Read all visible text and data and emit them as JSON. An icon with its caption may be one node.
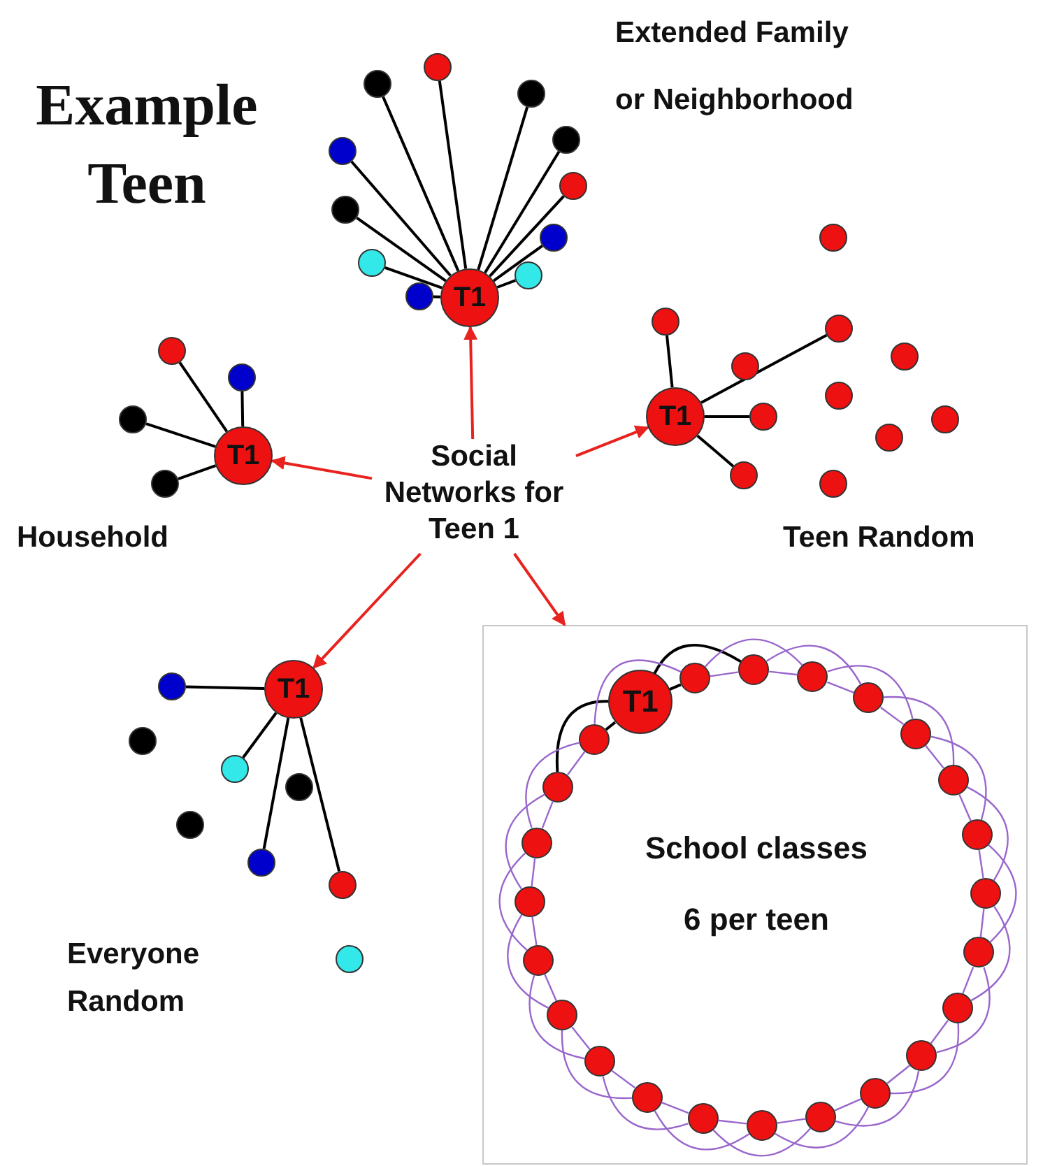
{
  "diagram": {
    "title": "Example Teen",
    "nodes": [
      {
        "text": [
          "Social Networks for Teen 1"
        ]
      },
      {
        "text": [
          "T1"
        ]
      },
      {
        "text": [],
        "shape": "circle"
      },
      {
        "text": [],
        "shape": "circle"
      },
      {
        "text": [],
        "shape": "circle"
      },
      {
        "text": [],
        "shape": "circle"
      },
      {
        "text": [],
        "shape": "circle"
      },
      {
        "text": [],
        "shape": "circle"
      },
      {
        "text": [],
        "shape": "circle"
      },
      {
        "text": [],
        "shape": "circle"
      },
      {
        "text": [],
        "shape": "circle"
      },
      {
        "text": [],
        "shape": "circle"
      },
      {
        "text": [],
        "shape": "circle"
      },
      {
        "text": [
          "T1"
        ]
      },
      {
        "text": [],
        "shape": "circle"
      },
      {
        "text": [],
        "shape": "circle"
      },
      {
        "text": [],
        "shape": "circle"
      },
      {
        "text": [],
        "shape": "circle"
      },
      {
        "text": [
          "T1"
        ]
      },
      {
        "text": [],
        "shape": "circle"
      },
      {
        "text": [],
        "shape": "circle"
      },
      {
        "text": [],
        "shape": "circle"
      },
      {
        "text": [],
        "shape": "circle"
      },
      {
        "text": [],
        "shape": "circle"
      },
      {
        "text": [],
        "shape": "circle"
      },
      {
        "text": [],
        "shape": "circle"
      },
      {
        "text": [],
        "shape": "circle"
      },
      {
        "text": [],
        "shape": "circle"
      },
      {
        "text": [],
        "shape": "circle"
      },
      {
        "text": [],
        "shape": "circle"
      },
      {
        "text": [
          "T1"
        ]
      },
      {
        "text": [],
        "shape": "circle"
      },
      {
        "text": [],
        "shape": "circle"
      },
      {
        "text": [],
        "shape": "circle"
      },
      {
        "text": [],
        "shape": "circle"
      },
      {
        "text": [],
        "shape": "circle"
      },
      {
        "text": [],
        "shape": "circle"
      },
      {
        "text": [],
        "shape": "circle"
      },
      {
        "text": [],
        "shape": "circle"
      },
      {
        "text": [
          "School classes",
          "6 per teen"
        ]
      },
      {
        "text": [
          "T1"
        ],
        "in": 39
      },
      {
        "text": [],
        "shape": "circle",
        "in": 39
      },
      {
        "text": [],
        "shape": "circle",
        "in": 39
      },
      {
        "text": [],
        "shape": "circle",
        "in": 39
      },
      {
        "text": [],
        "shape": "circle",
        "in": 39
      },
      {
        "text": [],
        "shape": "circle",
        "in": 39
      },
      {
        "text": [],
        "shape": "circle",
        "in": 39
      },
      {
        "text": [],
        "shape": "circle",
        "in": 39
      },
      {
        "text": [],
        "shape": "circle",
        "in": 39
      },
      {
        "text": [],
        "shape": "circle",
        "in": 39
      },
      {
        "text": [],
        "shape": "circle",
        "in": 39
      },
      {
        "text": [],
        "shape": "circle",
        "in": 39
      },
      {
        "text": [],
        "shape": "circle",
        "in": 39
      },
      {
        "text": [],
        "shape": "circle",
        "in": 39
      },
      {
        "text": [],
        "shape": "circle",
        "in": 39
      },
      {
        "text": [],
        "shape": "circle",
        "in": 39
      },
      {
        "text": [],
        "shape": "circle",
        "in": 39
      },
      {
        "text": [],
        "shape": "circle",
        "in": 39
      },
      {
        "text": [],
        "shape": "circle",
        "in": 39
      },
      {
        "text": [],
        "shape": "circle",
        "in": 39
      },
      {
        "text": [],
        "shape": "circle",
        "in": 39
      },
      {
        "text": [],
        "shape": "circle",
        "in": 39
      },
      {
        "text": [],
        "shape": "circle",
        "in": 39
      },
      {
        "text": [],
        "shape": "circle",
        "in": 39
      }
    ],
    "edges": [
      {
        "from": 0,
        "to": 1,
        "arrow": "to",
        "color": "#e8231f"
      },
      {
        "from": 0,
        "to": 13,
        "arrow": "to",
        "color": "#e8231f"
      },
      {
        "from": 0,
        "to": 18,
        "arrow": "to",
        "color": "#e8231f"
      },
      {
        "from": 0,
        "to": 30,
        "arrow": "to",
        "color": "#e8231f"
      },
      {
        "from": 0,
        "to": 39,
        "arrow": "to",
        "color": "#e8231f"
      },
      {
        "from": 1,
        "to": 2,
        "arrow": "none",
        "color": "#000000"
      },
      {
        "from": 1,
        "to": 3,
        "arrow": "none",
        "color": "#000000"
      },
      {
        "from": 1,
        "to": 4,
        "arrow": "none",
        "color": "#000000"
      },
      {
        "from": 1,
        "to": 5,
        "arrow": "none",
        "color": "#000000"
      },
      {
        "from": 1,
        "to": 6,
        "arrow": "none",
        "color": "#000000"
      },
      {
        "from": 1,
        "to": 7,
        "arrow": "none",
        "color": "#000000"
      },
      {
        "from": 1,
        "to": 8,
        "arrow": "none",
        "color": "#000000"
      },
      {
        "from": 1,
        "to": 9,
        "arrow": "none",
        "color": "#000000"
      },
      {
        "from": 1,
        "to": 10,
        "arrow": "none",
        "color": "#000000"
      },
      {
        "from": 1,
        "to": 11,
        "arrow": "none",
        "color": "#000000"
      },
      {
        "from": 1,
        "to": 12,
        "arrow": "none",
        "color": "#000000"
      },
      {
        "from": 13,
        "to": 14,
        "arrow": "none",
        "color": "#000000"
      },
      {
        "from": 13,
        "to": 15,
        "arrow": "none",
        "color": "#000000"
      },
      {
        "from": 13,
        "to": 16,
        "arrow": "none",
        "color": "#000000"
      },
      {
        "from": 13,
        "to": 17,
        "arrow": "none",
        "color": "#000000"
      },
      {
        "from": 18,
        "to": 20,
        "arrow": "none",
        "color": "#000000"
      },
      {
        "from": 18,
        "to": 21,
        "arrow": "none",
        "color": "#000000"
      },
      {
        "from": 18,
        "to": 25,
        "arrow": "none",
        "color": "#000000"
      },
      {
        "from": 18,
        "to": 28,
        "arrow": "none",
        "color": "#000000"
      },
      {
        "from": 30,
        "to": 31,
        "arrow": "none",
        "color": "#000000"
      },
      {
        "from": 30,
        "to": 33,
        "arrow": "none",
        "color": "#000000"
      },
      {
        "from": 30,
        "to": 36,
        "arrow": "none",
        "color": "#000000"
      },
      {
        "from": 30,
        "to": 37,
        "arrow": "none",
        "color": "#000000"
      },
      {
        "from": 40,
        "to": 41,
        "arrow": "none",
        "color": "#000000"
      },
      {
        "from": 40,
        "to": 42,
        "arrow": "none",
        "color": "#000000"
      },
      {
        "from": 40,
        "to": 63,
        "arrow": "none",
        "color": "#000000"
      },
      {
        "from": 40,
        "to": 62,
        "arrow": "none",
        "color": "#000000"
      },
      {
        "from": 41,
        "to": 42,
        "arrow": "none"
      },
      {
        "from": 42,
        "to": 43,
        "arrow": "none"
      },
      {
        "from": 43,
        "to": 44,
        "arrow": "none"
      },
      {
        "from": 44,
        "to": 45,
        "arrow": "none"
      },
      {
        "from": 45,
        "to": 46,
        "arrow": "none"
      },
      {
        "from": 46,
        "to": 47,
        "arrow": "none"
      },
      {
        "from": 47,
        "to": 48,
        "arrow": "none"
      },
      {
        "from": 48,
        "to": 49,
        "arrow": "none"
      },
      {
        "from": 49,
        "to": 50,
        "arrow": "none"
      },
      {
        "from": 50,
        "to": 51,
        "arrow": "none"
      },
      {
        "from": 51,
        "to": 52,
        "arrow": "none"
      },
      {
        "from": 52,
        "to": 53,
        "arrow": "none"
      },
      {
        "from": 53,
        "to": 54,
        "arrow": "none"
      },
      {
        "from": 54,
        "to": 55,
        "arrow": "none"
      },
      {
        "from": 55,
        "to": 56,
        "arrow": "none"
      },
      {
        "from": 56,
        "to": 57,
        "arrow": "none"
      },
      {
        "from": 57,
        "to": 58,
        "arrow": "none"
      },
      {
        "from": 58,
        "to": 59,
        "arrow": "none"
      },
      {
        "from": 59,
        "to": 60,
        "arrow": "none"
      },
      {
        "from": 60,
        "to": 61,
        "arrow": "none"
      },
      {
        "from": 61,
        "to": 62,
        "arrow": "none"
      },
      {
        "from": 62,
        "to": 63,
        "arrow": "none"
      },
      {
        "from": 41,
        "to": 43,
        "arrow": "none"
      },
      {
        "from": 42,
        "to": 44,
        "arrow": "none"
      },
      {
        "from": 43,
        "to": 45,
        "arrow": "none"
      },
      {
        "from": 44,
        "to": 46,
        "arrow": "none"
      },
      {
        "from": 45,
        "to": 47,
        "arrow": "none"
      },
      {
        "from": 46,
        "to": 48,
        "arrow": "none"
      },
      {
        "from": 47,
        "to": 49,
        "arrow": "none"
      },
      {
        "from": 48,
        "to": 50,
        "arrow": "none"
      },
      {
        "from": 49,
        "to": 51,
        "arrow": "none"
      },
      {
        "from": 50,
        "to": 52,
        "arrow": "none"
      },
      {
        "from": 51,
        "to": 53,
        "arrow": "none"
      },
      {
        "from": 52,
        "to": 54,
        "arrow": "none"
      },
      {
        "from": 53,
        "to": 55,
        "arrow": "none"
      },
      {
        "from": 54,
        "to": 56,
        "arrow": "none"
      },
      {
        "from": 55,
        "to": 57,
        "arrow": "none"
      },
      {
        "from": 56,
        "to": 58,
        "arrow": "none"
      },
      {
        "from": 57,
        "to": 59,
        "arrow": "none"
      },
      {
        "from": 58,
        "to": 60,
        "arrow": "none"
      },
      {
        "from": 59,
        "to": 61,
        "arrow": "none"
      },
      {
        "from": 60,
        "to": 62,
        "arrow": "none"
      },
      {
        "from": 61,
        "to": 63,
        "arrow": "none"
      },
      {
        "from": 63,
        "to": 41,
        "arrow": "none"
      }
    ],
    "labels": [
      "Extended Family or Neighborhood",
      "Household",
      "Teen Random",
      "Everyone Random"
    ]
  }
}
